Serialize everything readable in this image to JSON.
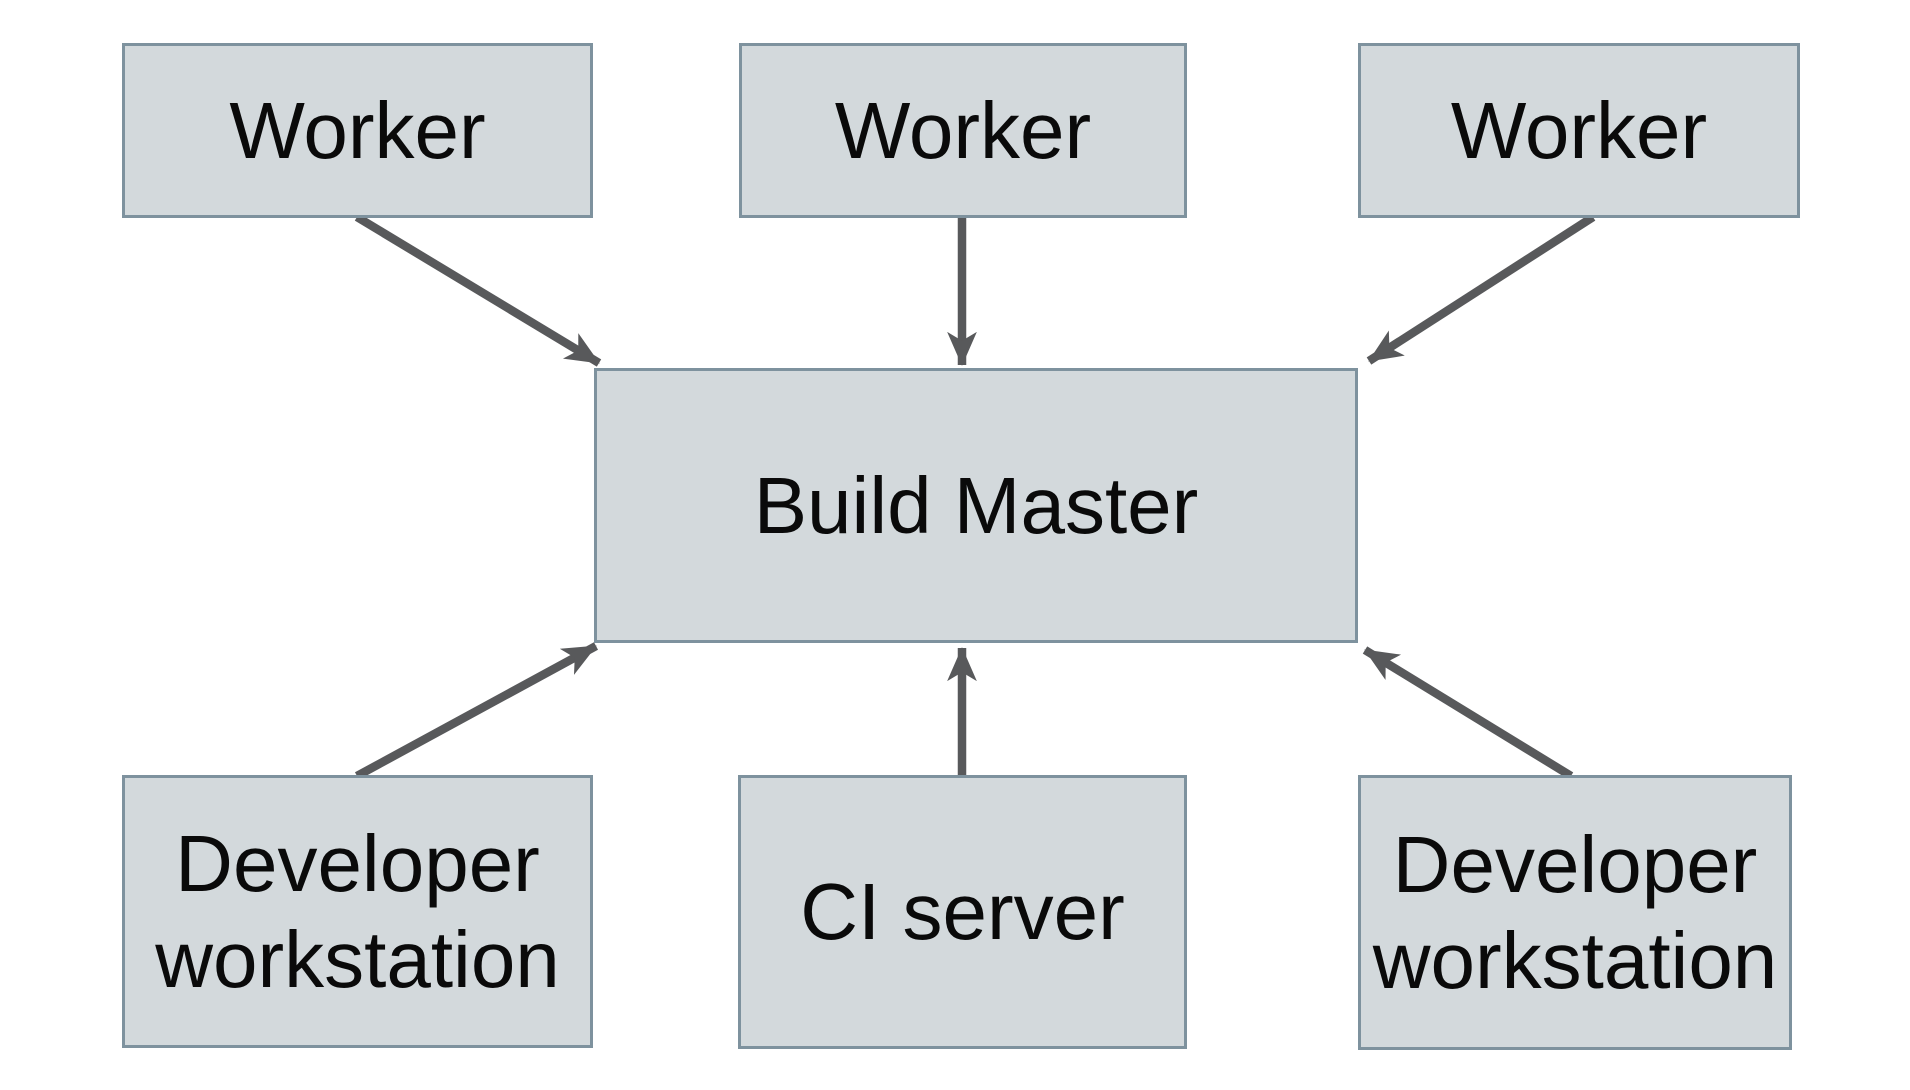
{
  "diagram": {
    "type": "architecture-diagram",
    "background": "#ffffff",
    "colors": {
      "node_fill": "#d3d9dc",
      "node_border": "#7e929e",
      "arrow": "#58595b",
      "text": "#0a0a0a"
    },
    "nodes": {
      "worker1": {
        "label": "Worker"
      },
      "worker2": {
        "label": "Worker"
      },
      "worker3": {
        "label": "Worker"
      },
      "build_master": {
        "label": "Build Master"
      },
      "dev_workstation_left": {
        "label": "Developer workstation"
      },
      "ci_server": {
        "label": "CI server"
      },
      "dev_workstation_right": {
        "label": "Developer workstation"
      }
    },
    "edges": [
      {
        "from": "worker1",
        "to": "build_master"
      },
      {
        "from": "worker2",
        "to": "build_master"
      },
      {
        "from": "worker3",
        "to": "build_master"
      },
      {
        "from": "dev_workstation_left",
        "to": "build_master"
      },
      {
        "from": "ci_server",
        "to": "build_master"
      },
      {
        "from": "dev_workstation_right",
        "to": "build_master"
      }
    ]
  }
}
